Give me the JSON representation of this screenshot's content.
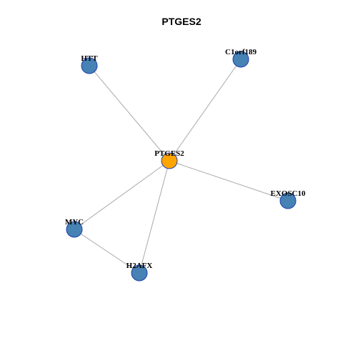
{
  "title": "PTGES2",
  "colors": {
    "center_node": "#FFA500",
    "neighbor_node": "#4682B4",
    "node_border": "#1f3fae",
    "edge": "#aaaaaa"
  },
  "nodes": [
    {
      "id": "PTGES2",
      "label": "PTGES2",
      "role": "center"
    },
    {
      "id": "HTT",
      "label": "HTT",
      "role": "neighbor"
    },
    {
      "id": "C1orf189",
      "label": "C1orf189",
      "role": "neighbor"
    },
    {
      "id": "EXOSC10",
      "label": "EXOSC10",
      "role": "neighbor"
    },
    {
      "id": "MYC",
      "label": "MYC",
      "role": "neighbor"
    },
    {
      "id": "H2AFX",
      "label": "H2AFX",
      "role": "neighbor"
    }
  ],
  "edges": [
    {
      "source": "PTGES2",
      "target": "HTT"
    },
    {
      "source": "PTGES2",
      "target": "C1orf189"
    },
    {
      "source": "PTGES2",
      "target": "EXOSC10"
    },
    {
      "source": "PTGES2",
      "target": "MYC"
    },
    {
      "source": "PTGES2",
      "target": "H2AFX"
    },
    {
      "source": "MYC",
      "target": "H2AFX"
    }
  ]
}
